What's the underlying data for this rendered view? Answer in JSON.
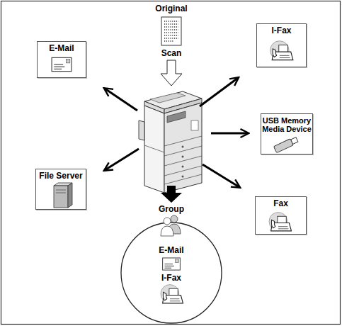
{
  "diagram": {
    "nodes": [
      {
        "text": [
          "Original"
        ]
      },
      {
        "text": [
          "E-Mail"
        ]
      },
      {
        "text": [
          "I-Fax"
        ]
      },
      {
        "text": [
          "USB Memory Media Device"
        ]
      },
      {
        "text": [
          "File Server"
        ]
      },
      {
        "text": [
          "Fax"
        ]
      },
      {
        "text": [
          "Group"
        ]
      },
      {
        "text": [
          "E-Mail"
        ],
        "in": 6
      },
      {
        "text": [
          "I-Fax"
        ],
        "in": 6
      }
    ],
    "labels": [
      "Scan"
    ]
  }
}
